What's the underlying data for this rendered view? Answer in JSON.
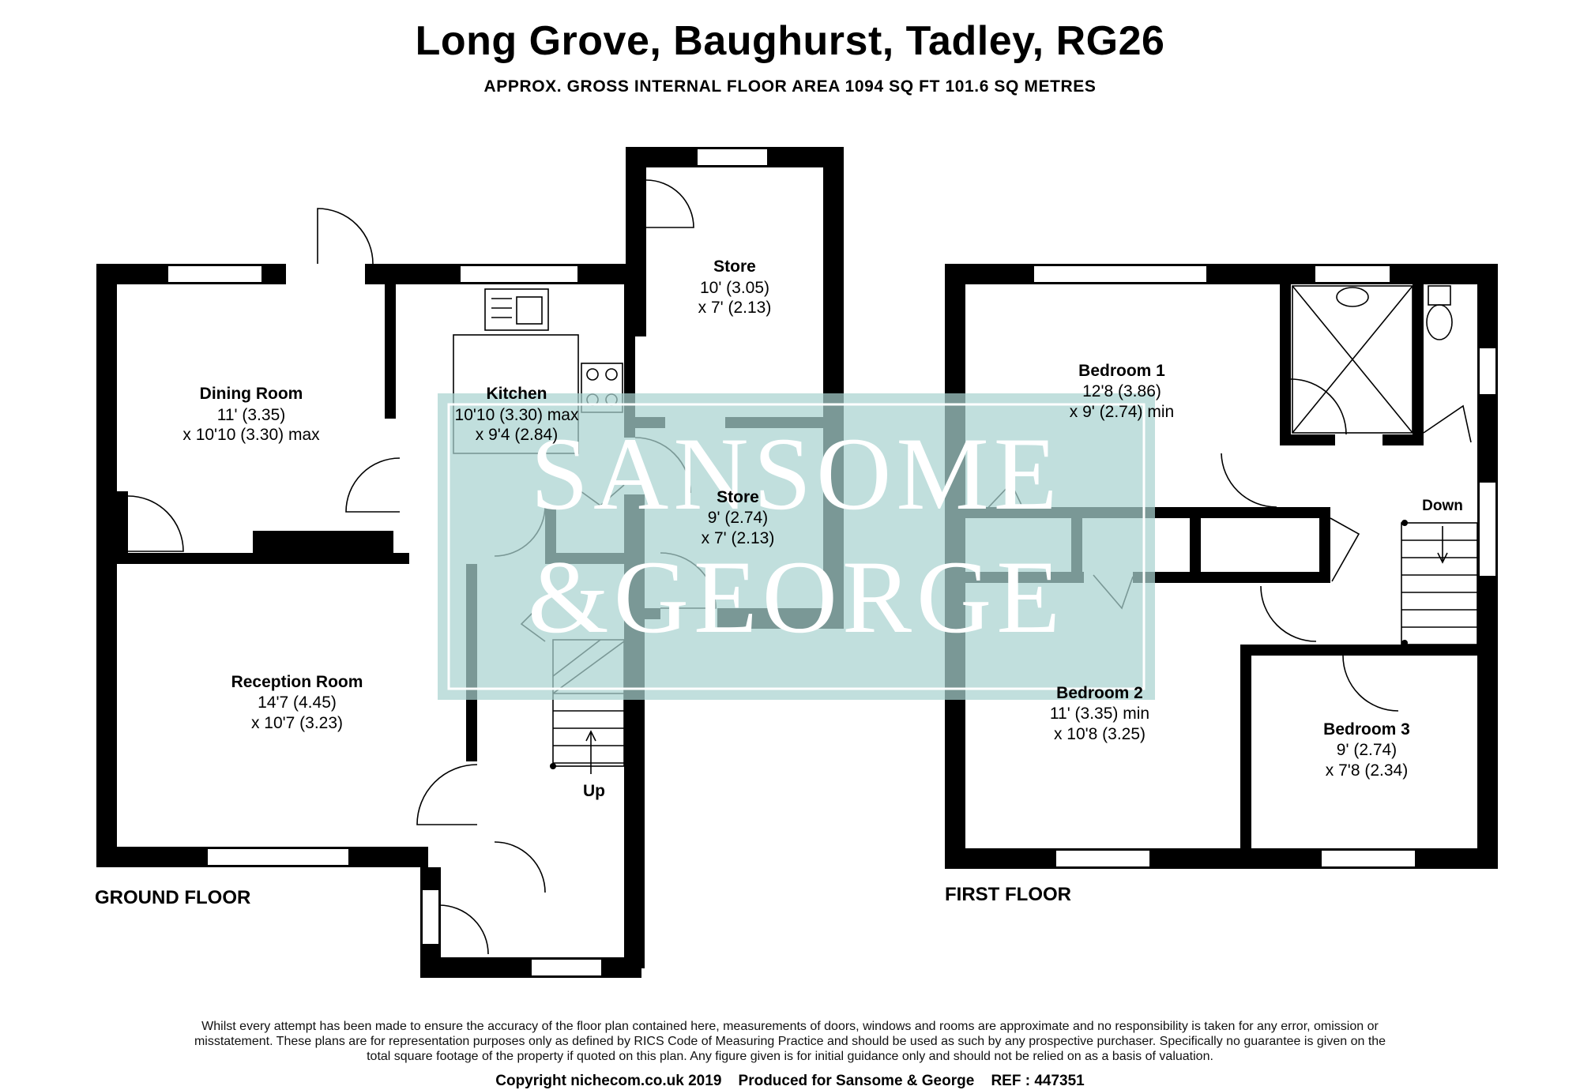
{
  "header": {
    "title": "Long Grove, Baughurst, Tadley, RG26",
    "subtitle": "APPROX. GROSS INTERNAL FLOOR AREA 1094 SQ FT 101.6 SQ METRES"
  },
  "watermark": {
    "line1": "SANSOME",
    "line2": "&GEORGE",
    "color": "#a9d3d0"
  },
  "floors": {
    "ground": "GROUND FLOOR",
    "first": "FIRST FLOOR"
  },
  "rooms": {
    "dining": {
      "name": "Dining Room",
      "dim1": "11' (3.35)",
      "dim2": "x 10'10 (3.30) max"
    },
    "kitchen": {
      "name": "Kitchen",
      "dim1": "10'10 (3.30) max",
      "dim2": "x 9'4 (2.84)"
    },
    "store1": {
      "name": "Store",
      "dim1": "10' (3.05)",
      "dim2": "x 7' (2.13)"
    },
    "store2": {
      "name": "Store",
      "dim1": "9' (2.74)",
      "dim2": "x 7' (2.13)"
    },
    "reception": {
      "name": "Reception Room",
      "dim1": "14'7 (4.45)",
      "dim2": "x 10'7 (3.23)"
    },
    "bedroom1": {
      "name": "Bedroom 1",
      "dim1": "12'8 (3.86)",
      "dim2": "x 9' (2.74) min"
    },
    "bedroom2": {
      "name": "Bedroom 2",
      "dim1": "11' (3.35) min",
      "dim2": "x 10'8 (3.25)"
    },
    "bedroom3": {
      "name": "Bedroom 3",
      "dim1": "9' (2.74)",
      "dim2": "x 7'8 (2.34)"
    }
  },
  "stairs": {
    "up": "Up",
    "down": "Down"
  },
  "disclaimer": "Whilst every attempt has been made to ensure the accuracy of the floor plan contained here, measurements of doors, windows and rooms are approximate and no responsibility is taken for any error, omission or misstatement. These plans are for representation purposes only as defined by RICS Code of Measuring Practice and should be used as such by any prospective purchaser. Specifically no guarantee is given on the total square footage of the property if quoted on this plan. Any figure given is for initial guidance only and should not be relied on as a basis of valuation.",
  "footer": {
    "copyright": "Copyright nichecom.co.uk 2019",
    "produced": "Produced for Sansome & George",
    "ref": "REF : 447351"
  }
}
